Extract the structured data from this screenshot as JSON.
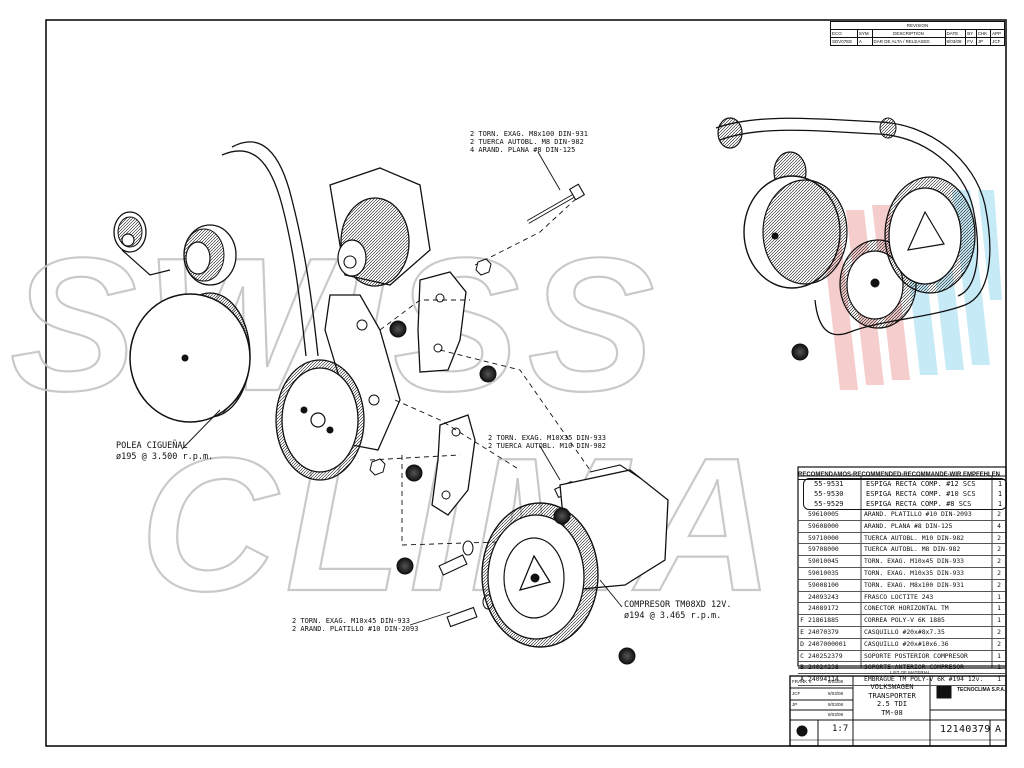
{
  "revision_table": {
    "header": "REVISION",
    "col_headers": [
      "ECO",
      "SYM",
      "DESCRIPTION",
      "DATE",
      "BY",
      "CHK",
      "APP"
    ],
    "rows": [
      {
        "eco": "SDV07EE",
        "sym": "A",
        "description": "DAR DE ALTA / RELEASED",
        "date": "8/03/08",
        "by": "FV",
        "chk": "JP",
        "app": "JCF"
      }
    ]
  },
  "labels": {
    "bolts_top": [
      "2 TORN. EXAG. M8x100 DIN-931",
      "2 TUERCA AUTOBL. M8 DIN-982",
      "4 ARAND. PLANA #8 DIN-125"
    ],
    "bolts_mid": [
      "2 TORN. EXAG. M10X35 DIN-933",
      "2 TUERCA AUTOBL. M10 DIN-982"
    ],
    "bolts_low": [
      "2 TORN. EXAG. M10x45 DIN-933",
      "2 ARAND. PLATILLO #10 DIN-2093"
    ],
    "pulley": [
      "POLEA CIGUEÑAL",
      "ø195 @ 3.500 r.p.m."
    ],
    "compressor": [
      "COMPRESOR TM08XD 12V.",
      "ø194 @ 3.465 r.p.m."
    ]
  },
  "watermark": "SWISS CLIMA",
  "parts_list": {
    "title": "RECOMENDAMOS-RECOMMENDED-RECOMMANDE-WIR EMPFEHLEN",
    "recommended": [
      {
        "part": "55-9531",
        "desc": "ESPIGA RECTA COMP. #12 SCS",
        "qty": "1"
      },
      {
        "part": "55-9530",
        "desc": "ESPIGA RECTA COMP. #10 SCS",
        "qty": "1"
      },
      {
        "part": "55-9529",
        "desc": "ESPIGA RECTA COMP. #8 SCS",
        "qty": "1"
      }
    ],
    "items": [
      {
        "letter": "",
        "part": "59610005",
        "desc": "ARAND. PLATILLO #10 DIN-2093",
        "qty": "2"
      },
      {
        "letter": "",
        "part": "59608000",
        "desc": "ARAND. PLANA #8 DIN-125",
        "qty": "4"
      },
      {
        "letter": "",
        "part": "59710000",
        "desc": "TUERCA AUTOBL. M10 DIN-982",
        "qty": "2"
      },
      {
        "letter": "",
        "part": "59708000",
        "desc": "TUERCA AUTOBL. M8 DIN-982",
        "qty": "2"
      },
      {
        "letter": "",
        "part": "59010045",
        "desc": "TORN. EXAG. M10x45 DIN-933",
        "qty": "2"
      },
      {
        "letter": "",
        "part": "59010035",
        "desc": "TORN. EXAG. M10x35 DIN-933",
        "qty": "2"
      },
      {
        "letter": "",
        "part": "59008100",
        "desc": "TORN. EXAG. M8x100 DIN-931",
        "qty": "2"
      },
      {
        "letter": "",
        "part": "24093243",
        "desc": "FRASCO LOCTITE 243",
        "qty": "1"
      },
      {
        "letter": "",
        "part": "24089172",
        "desc": "CONECTOR HORIZONTAL TM",
        "qty": "1"
      },
      {
        "letter": "F",
        "part": "21861885",
        "desc": "CORREA POLY-V 6K 1885",
        "qty": "1"
      },
      {
        "letter": "E",
        "part": "24070379",
        "desc": "CASQUILLO #20x#8x7.35",
        "qty": "2"
      },
      {
        "letter": "D",
        "part": "2407000001",
        "desc": "CASQUILLO #20x#10x6.36",
        "qty": "2"
      },
      {
        "letter": "C",
        "part": "240252379",
        "desc": "SOPORTE POSTERIOR COMPRESOR",
        "qty": "1"
      },
      {
        "letter": "B",
        "part": "24024238",
        "desc": "SOPORTE ANTERIOR COMPRESOR",
        "qty": "1"
      },
      {
        "letter": "A",
        "part": "24094114",
        "desc": "EMBRAGUE TM POLY-V 6K #194 12v.",
        "qty": "1"
      }
    ],
    "list_label": "LIST OF MATERIAL"
  },
  "title_block": {
    "model_lines": [
      "VOLKSWAGEN",
      "TRANSPORTER",
      "2.5 TDI",
      "TM-08"
    ],
    "company": "TECNOCLIMA S.P.A.",
    "scale": "1:7",
    "drawing_number": "12140379",
    "revision": "A",
    "signature_names": [
      "FRANK V.",
      "JCF",
      "JP"
    ],
    "dates": [
      "8/03/08",
      "8/03/08",
      "8/03/08",
      "8/03/08"
    ]
  },
  "colors": {
    "line": "#111111",
    "watermark_red": "#e9a3a3",
    "watermark_blue": "#9fd6ee",
    "watermark_outline": "#c8c8c8"
  }
}
